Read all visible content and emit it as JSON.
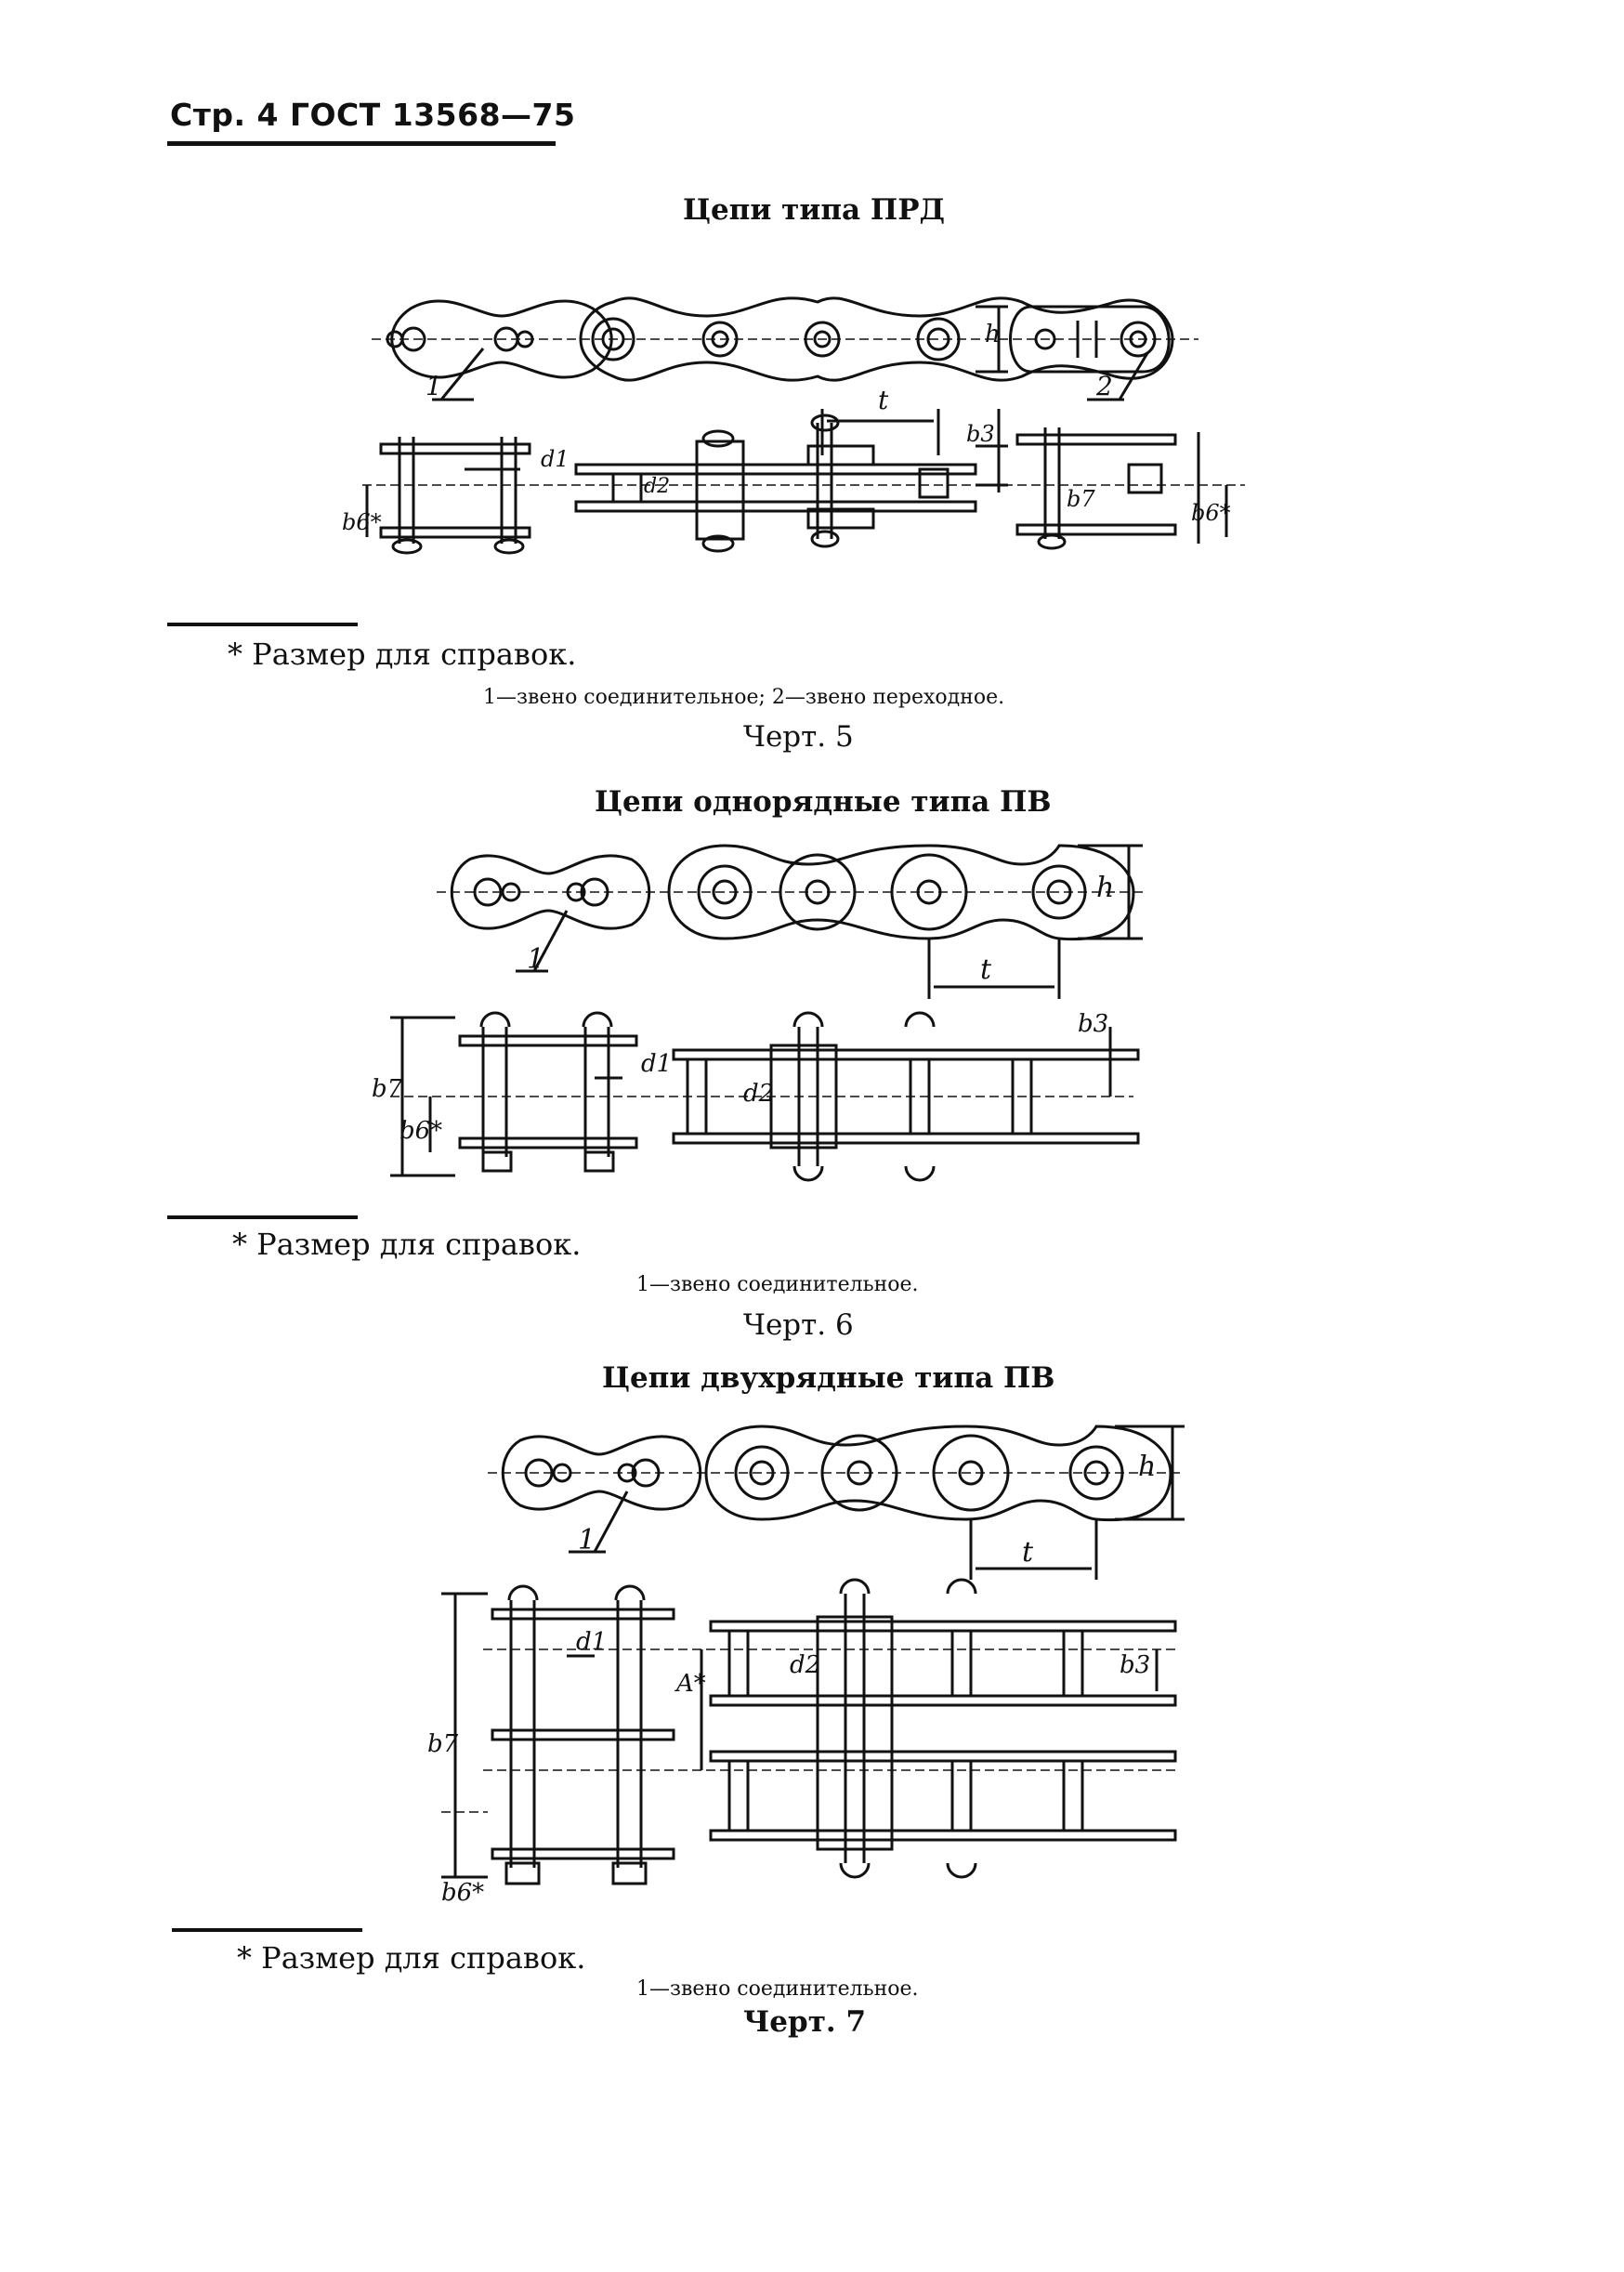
{
  "header": {
    "page_ref": "Стр. 4 ГОСТ 13568—75"
  },
  "sections": [
    {
      "title": "Цепи типа ПРД",
      "footnote": "* Размер для справок.",
      "legend": "1—звено соединительное; 2—звено переходное.",
      "caption": "Черт. 5",
      "labels": {
        "h": "h",
        "t": "t",
        "one": "1",
        "two": "2",
        "d1": "d1",
        "d2": "d2",
        "b3": "b3",
        "b6": "b6*",
        "b7": "b7"
      }
    },
    {
      "title": "Цепи однорядные типа ПВ",
      "footnote": "* Размер для справок.",
      "legend": "1—звено соединительное.",
      "caption": "Черт. 6",
      "labels": {
        "h": "h",
        "t": "t",
        "one": "1",
        "d1": "d1",
        "d2": "d2",
        "b3": "b3",
        "b6": "b6*",
        "b7": "b7"
      }
    },
    {
      "title": "Цепи двухрядные типа ПВ",
      "footnote": "* Размер для справок.",
      "legend": "1—звено соединительное.",
      "caption": "Черт. 7",
      "labels": {
        "h": "h",
        "t": "t",
        "one": "1",
        "d1": "d1",
        "d2": "d2",
        "b3": "b3",
        "A": "A*",
        "b6": "b6*",
        "b7": "b7"
      }
    }
  ]
}
